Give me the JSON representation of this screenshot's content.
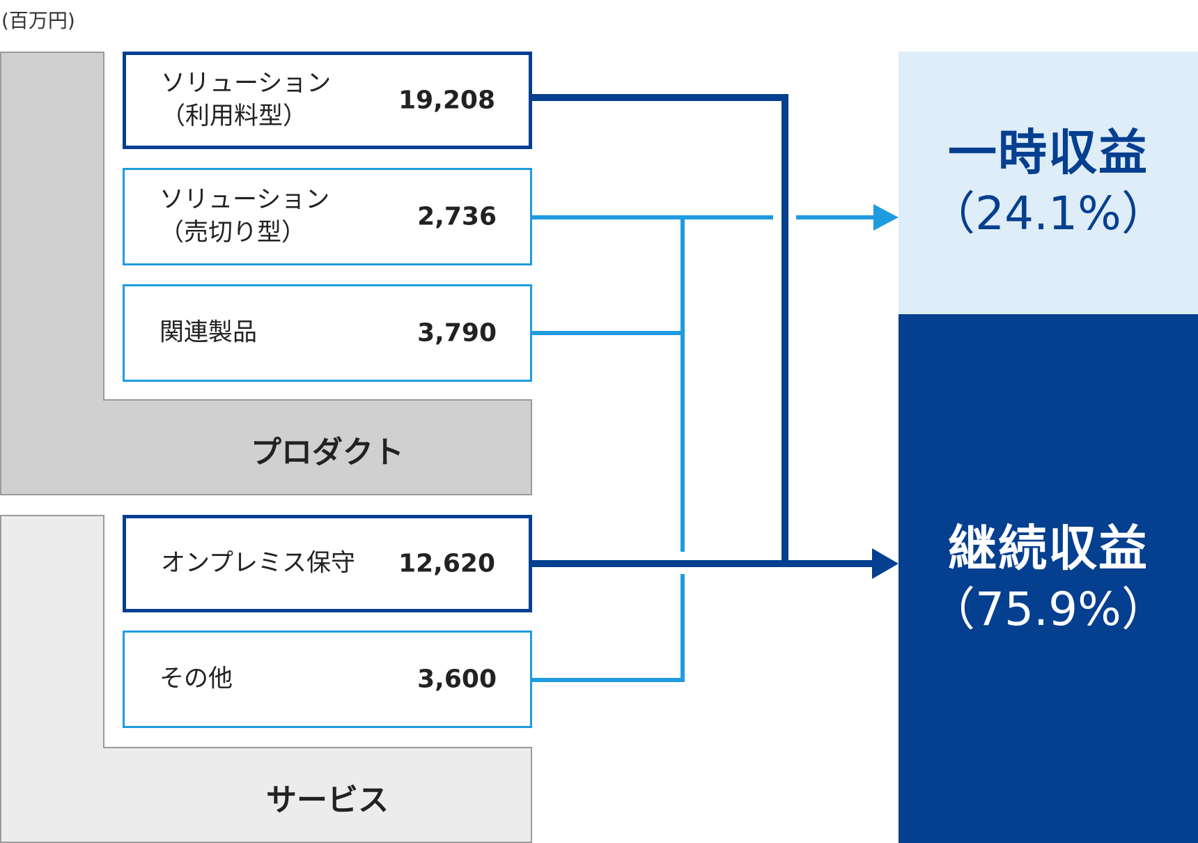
{
  "unit_label": "(百万円)",
  "groups": {
    "product": {
      "label": "プロダクト",
      "items": [
        {
          "name": "ソリューション\n（利用料型）",
          "value": "19,208"
        },
        {
          "name": "ソリューション\n（売切り型）",
          "value": "2,736"
        },
        {
          "name": "関連製品",
          "value": "3,790"
        }
      ]
    },
    "service": {
      "label": "サービス",
      "items": [
        {
          "name": "オンプレミス保守",
          "value": "12,620"
        },
        {
          "name": "その他",
          "value": "3,600"
        }
      ]
    }
  },
  "results": {
    "temporary": {
      "title": "一時収益",
      "percent": "（24.1%）"
    },
    "continuous": {
      "title": "継続収益",
      "percent": "（75.9%）"
    }
  },
  "colors": {
    "dark_blue": "#053f8f",
    "light_blue": "#1f9be0",
    "pale_blue": "#deedf7",
    "product_gray": "#d1d0d1",
    "service_gray": "#ececec"
  }
}
